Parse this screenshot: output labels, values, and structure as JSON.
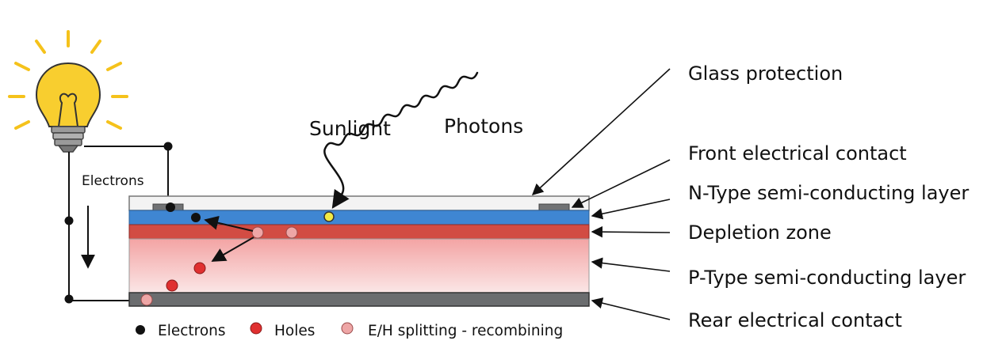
{
  "labels": {
    "glass_protection": "Glass protection",
    "front_contact": "Front electrical contact",
    "n_type": "N-Type semi-conducting layer",
    "depletion": "Depletion zone",
    "p_type": "P-Type semi-conducting layer",
    "rear_contact": "Rear electrical contact",
    "sunlight": "Sunlight",
    "photons": "Photons",
    "circuit_electrons": "Electrons"
  },
  "legend": [
    {
      "label": "Electrons",
      "color": "#111111"
    },
    {
      "label": "Holes",
      "color": "#e03030"
    },
    {
      "label": "E/H splitting - recombining",
      "color": "#eea6a6"
    }
  ],
  "colors": {
    "glass": "#f3f3f3",
    "n_layer": "#3f86d2",
    "depletion": "#d24c43",
    "p_layer_top": "#f3a4a4",
    "p_layer_bottom": "#fbe6e6",
    "rear_contact": "#6b6d6f",
    "front_contact": "#707274",
    "photon": "#f2ea45",
    "bulb_glass": "#f8ce2f",
    "bulb_rays": "#f5c21b",
    "bulb_base": "#9a9a9a"
  },
  "icons": [
    "light-bulb-icon",
    "photon-wave-icon"
  ]
}
